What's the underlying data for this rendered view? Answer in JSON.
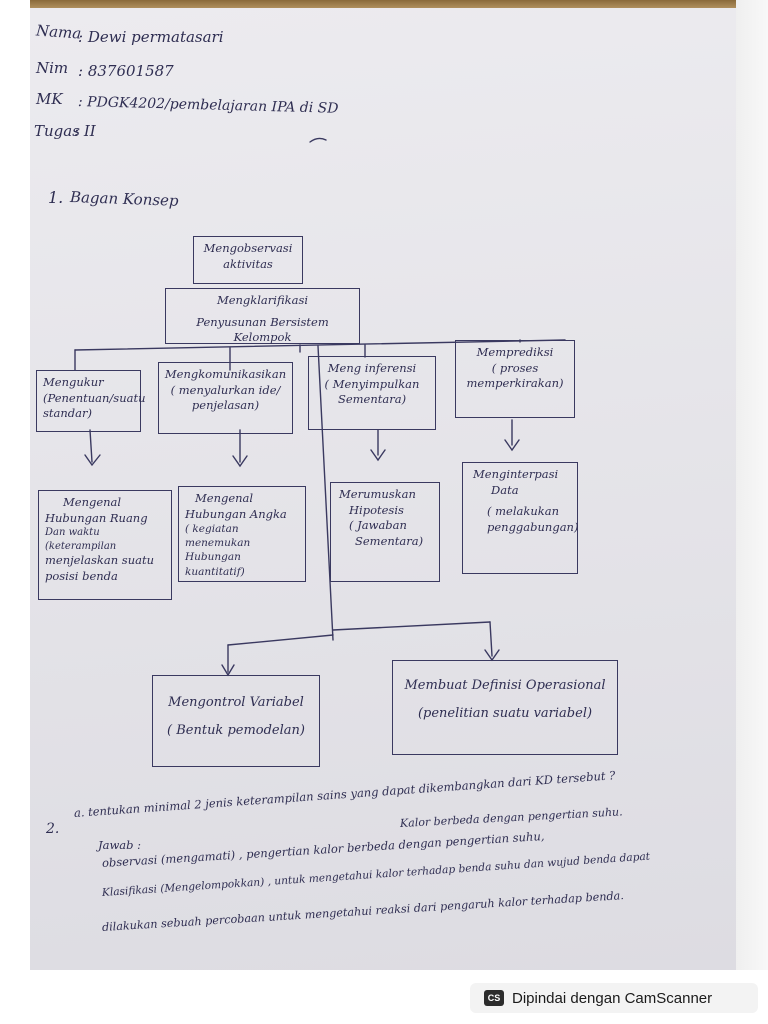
{
  "header": {
    "name_label": "Nama",
    "name_value": ": Dewi permatasari",
    "nim_label": "Nim",
    "nim_value": ": 837601587",
    "mk_label": "MK",
    "mk_value": ": PDGK4202/pembelajaran IPA di SD",
    "tugas_label": "Tugas",
    "tugas_value": ": II"
  },
  "section1": {
    "number": "1.",
    "title": "Bagan Konsep"
  },
  "concept_map": {
    "top": {
      "line1": "Mengobservasi",
      "line2": "aktivitas"
    },
    "second": {
      "line1": "Mengklarifikasi",
      "line2": "Penyusunan Bersistem Kelompok"
    },
    "row1": [
      {
        "line1": "Mengukur",
        "line2": "(Penentuan/suatu",
        "line3": "standar)"
      },
      {
        "line1": "Mengkomunikasikan",
        "line2": "( menyalurkan ide/",
        "line3": "penjelasan)"
      },
      {
        "line1": "Meng inferensi",
        "line2": "( Menyimpulkan",
        "line3": "Sementara)"
      },
      {
        "line1": "Memprediksi",
        "line2": "( proses",
        "line3": "memperkirakan)"
      }
    ],
    "row2": [
      {
        "line1": "Mengenal",
        "line2": "Hubungan Ruang",
        "line3": "Dan waktu (keterampilan",
        "line4": "menjelaskan suatu",
        "line5": "posisi benda"
      },
      {
        "line1": "Mengenal",
        "line2": "Hubungan Angka",
        "line3": "( kegiatan menemukan",
        "line4": "Hubungan kuantitatif)"
      },
      {
        "line1": "Merumuskan",
        "line2": "Hipotesis",
        "line3": "( Jawaban",
        "line4": "Sementara)"
      },
      {
        "line1": "Menginterpasi",
        "line2": "Data",
        "line3": "( melakukan",
        "line4": "penggabungan)"
      }
    ],
    "bottom": [
      {
        "line1": "Mengontrol Variabel",
        "line2": "( Bentuk pemodelan)"
      },
      {
        "line1": "Membuat Definisi Operasional",
        "line2": "(penelitian suatu variabel)"
      }
    ]
  },
  "section2": {
    "number": "2.",
    "question": "a. tentukan minimal 2 jenis keterampilan sains yang dapat dikembangkan dari KD tersebut ?",
    "answer_label": "Jawab :",
    "line1": "Kalor berbeda dengan pengertian suhu.",
    "line2": "observasi (mengamati) , pengertian kalor berbeda dengan pengertian suhu,",
    "line3": "Klasifikasi (Mengelompokkan) , untuk mengetahui kalor terhadap benda suhu dan wujud benda dapat",
    "line4": "dilakukan sebuah percobaan untuk mengetahui reaksi dari pengaruh kalor terhadap benda."
  },
  "footer": {
    "logo": "CS",
    "text": "Dipindai dengan CamScanner"
  }
}
